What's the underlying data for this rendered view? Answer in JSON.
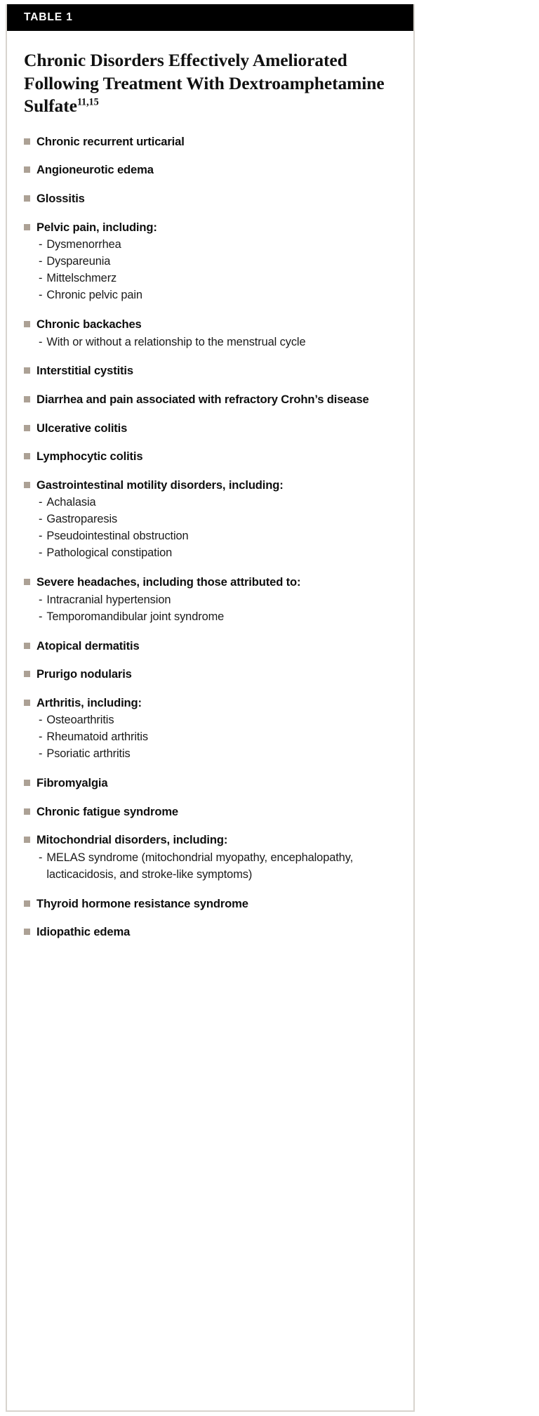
{
  "header": {
    "label": "TABLE 1"
  },
  "title": {
    "text": "Chronic Disorders Effectively Ameliorated Following Treatment With Dextroamphetamine Sulfate",
    "superscript": "11,15"
  },
  "colors": {
    "header_background": "#000000",
    "header_text": "#ffffff",
    "bullet": "#aca195",
    "card_border": "#d8d4ce",
    "body_text": "#0f0f0f",
    "page_background": "#ffffff"
  },
  "bullet_icon": "filled-square-bullet",
  "sub_bullet_icon": "hyphen-dash",
  "items": [
    {
      "label": "Chronic recurrent urticarial",
      "subitems": []
    },
    {
      "label": "Angioneurotic edema",
      "subitems": []
    },
    {
      "label": "Glossitis",
      "subitems": []
    },
    {
      "label": "Pelvic pain, including:",
      "subitems": [
        "Dysmenorrhea",
        "Dyspareunia",
        "Mittelschmerz",
        "Chronic pelvic pain"
      ]
    },
    {
      "label": "Chronic backaches",
      "subitems": [
        "With or without a relationship to the menstrual cycle"
      ]
    },
    {
      "label": "Interstitial cystitis",
      "subitems": []
    },
    {
      "label": "Diarrhea and pain associated with refractory Crohn’s disease",
      "subitems": []
    },
    {
      "label": "Ulcerative colitis",
      "subitems": []
    },
    {
      "label": "Lymphocytic colitis",
      "subitems": []
    },
    {
      "label": "Gastrointestinal motility disorders, including:",
      "subitems": [
        "Achalasia",
        "Gastroparesis",
        "Pseudointestinal obstruction",
        "Pathological constipation"
      ]
    },
    {
      "label": "Severe headaches, including those attributed to:",
      "subitems": [
        "Intracranial hypertension",
        "Temporomandibular joint syndrome"
      ]
    },
    {
      "label": "Atopical dermatitis",
      "subitems": []
    },
    {
      "label": "Prurigo nodularis",
      "subitems": []
    },
    {
      "label": "Arthritis, including:",
      "subitems": [
        "Osteoarthritis",
        "Rheumatoid arthritis",
        "Psoriatic arthritis"
      ]
    },
    {
      "label": "Fibromyalgia",
      "subitems": []
    },
    {
      "label": "Chronic fatigue syndrome",
      "subitems": []
    },
    {
      "label": "Mitochondrial disorders, including:",
      "subitems": [
        "MELAS syndrome (mitochondrial myopathy, encephalopathy, lacticacidosis, and stroke-like symptoms)"
      ]
    },
    {
      "label": "Thyroid hormone resistance syndrome",
      "subitems": []
    },
    {
      "label": "Idiopathic edema",
      "subitems": []
    }
  ]
}
